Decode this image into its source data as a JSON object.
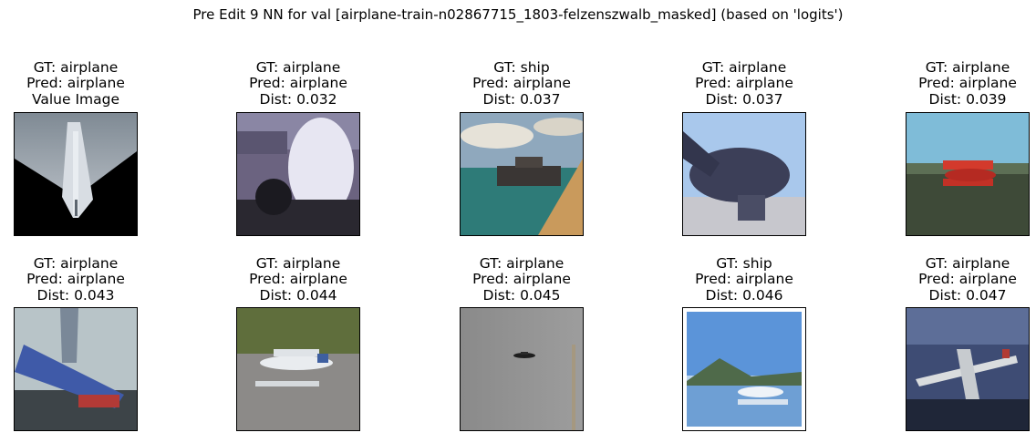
{
  "figure": {
    "title": "Pre Edit 9 NN for val [airplane-train-n02867715_1803-felzenszwalb_masked] (based on 'logits')"
  },
  "panels": [
    {
      "gt": "GT: airplane",
      "pred": "Pred: airplane",
      "third": "Value Image"
    },
    {
      "gt": "GT: airplane",
      "pred": "Pred: airplane",
      "third": "Dist: 0.032"
    },
    {
      "gt": "GT: ship",
      "pred": "Pred: airplane",
      "third": "Dist: 0.037"
    },
    {
      "gt": "GT: airplane",
      "pred": "Pred: airplane",
      "third": "Dist: 0.037"
    },
    {
      "gt": "GT: airplane",
      "pred": "Pred: airplane",
      "third": "Dist: 0.039"
    },
    {
      "gt": "GT: airplane",
      "pred": "Pred: airplane",
      "third": "Dist: 0.043"
    },
    {
      "gt": "GT: airplane",
      "pred": "Pred: airplane",
      "third": "Dist: 0.044"
    },
    {
      "gt": "GT: airplane",
      "pred": "Pred: airplane",
      "third": "Dist: 0.045"
    },
    {
      "gt": "GT: ship",
      "pred": "Pred: airplane",
      "third": "Dist: 0.046"
    },
    {
      "gt": "GT: airplane",
      "pred": "Pred: airplane",
      "third": "Dist: 0.047"
    }
  ]
}
